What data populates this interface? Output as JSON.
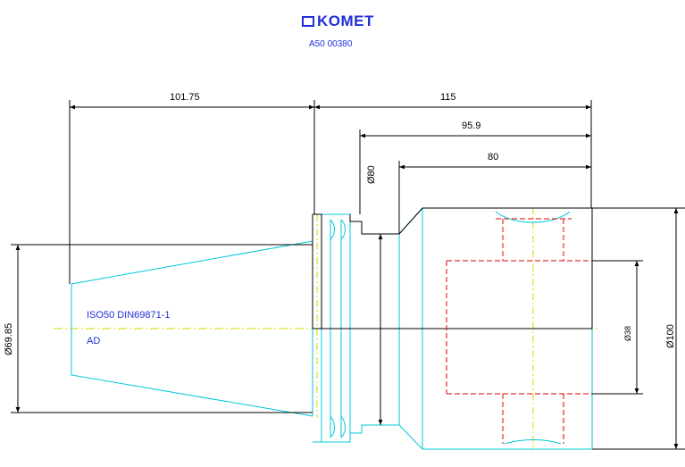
{
  "logo": {
    "brand": "KOMET",
    "icon": "komet-logo-icon"
  },
  "part_number": "A50 00380",
  "dimensions": {
    "length_left": "101.75",
    "length_total": "115",
    "length_mid": "95.9",
    "length_inner": "80",
    "dia_flange": "Ø80",
    "dia_taper": "Ø69.85",
    "dia_bore": "Ø38",
    "dia_body": "Ø100"
  },
  "specs": {
    "standard": "ISO50 DIN69871-1",
    "version": "AD"
  },
  "colors": {
    "outline": "#00c8d8",
    "section": "#000000",
    "hidden": "#e00000",
    "centerline": "#d8d800",
    "text": "#1f2fd8"
  }
}
